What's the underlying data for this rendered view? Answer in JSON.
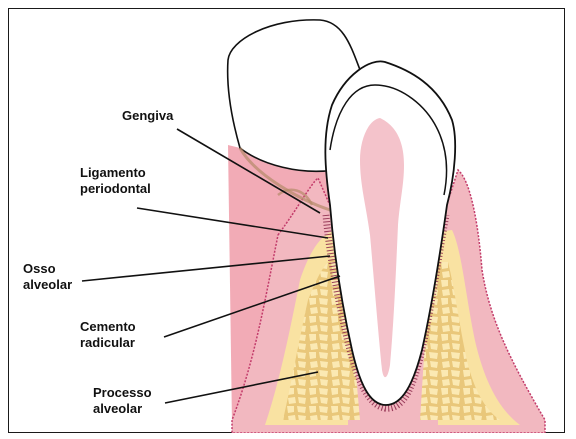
{
  "labels": {
    "gengiva": [
      "Gengiva"
    ],
    "ligamento": [
      "Ligamento",
      "periodontal"
    ],
    "osso": [
      "Osso",
      "alveolar"
    ],
    "cemento": [
      "Cemento",
      "radicular"
    ],
    "processo": [
      "Processo",
      "alveolar"
    ]
  },
  "colors": {
    "gum": "#f2b8c0",
    "gum_dark": "#ee8f9e",
    "gum_edge": "#c23b6a",
    "bone": "#f9e2a2",
    "bone_spongy": "#e9c77a",
    "pulp": "#f4c3cb",
    "tooth": "#ffffff",
    "outline": "#111111"
  }
}
